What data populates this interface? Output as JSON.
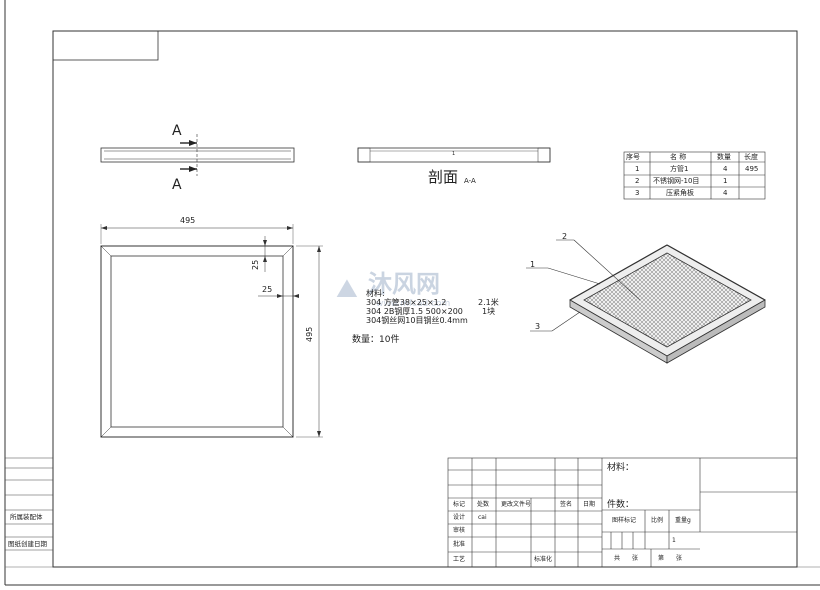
{
  "section_view": {
    "label": "A",
    "title": "剖面",
    "title_suffix": "A-A",
    "center_mark": "1"
  },
  "front_view": {
    "width_dim": "495",
    "height_dim": "495",
    "dim_25_vertical": "25",
    "dim_25_horizontal": "25"
  },
  "materials_note": {
    "heading": "材料:",
    "line1": "304 方管38×25×1.2",
    "line1_qty": "2.1米",
    "line2": "304 2B钢厚1.5  500×200",
    "line2_qty": "1块",
    "line3": "304钢丝网10目钢丝0.4mm",
    "quantity": "数量：10件"
  },
  "bom": {
    "headers": [
      "序号",
      "名 称",
      "数量",
      "长度"
    ],
    "rows": [
      [
        "1",
        "方管1",
        "4",
        "495"
      ],
      [
        "2",
        "不锈钢网-10目",
        "1",
        ""
      ],
      [
        "3",
        "压紧角板",
        "4",
        ""
      ]
    ]
  },
  "balloons": [
    "1",
    "2",
    "3"
  ],
  "left_strip": {
    "owner_label": "所属装配体",
    "date_label": "图纸创建日期"
  },
  "title_block": {
    "material_label": "材料：",
    "pieces_label": "件数：",
    "headers": [
      "标记",
      "处数",
      "更改文件号",
      "签名",
      "日期"
    ],
    "designer_label": "设计",
    "designer_name": "cai",
    "checker_label": "审核",
    "approver_label": "批准",
    "process_label": "工艺",
    "standard_label": "标准化",
    "pattern_label": "图样标记",
    "scale_label": "比例",
    "weight_label": "重量g",
    "scale_value": "1",
    "total_label": "共",
    "sheet_unit": "张",
    "sheet_label": "第",
    "sheet_unit2": "张"
  },
  "watermark": {
    "brand": "沐风网",
    "url": "www.mfcad.com"
  }
}
